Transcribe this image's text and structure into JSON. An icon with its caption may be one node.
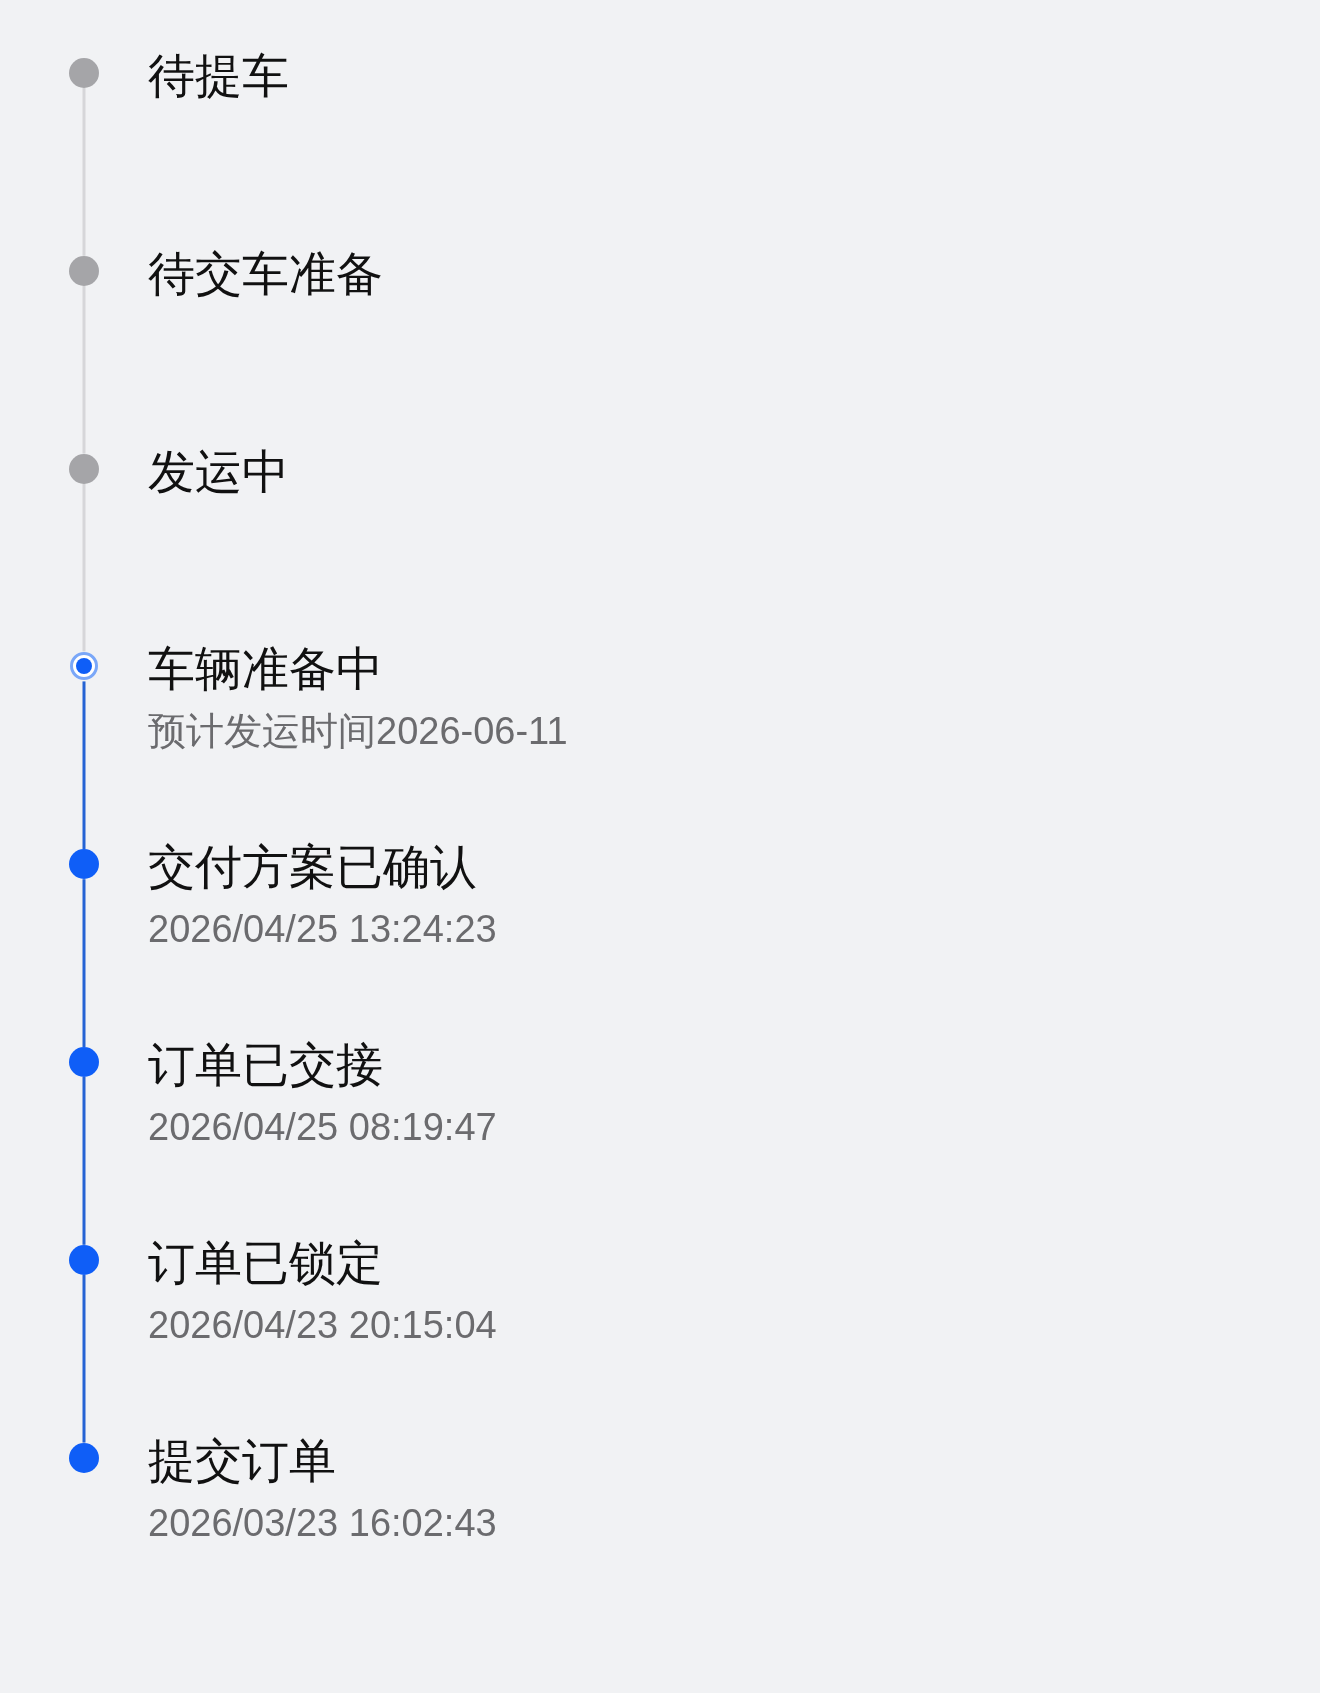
{
  "diagram": {
    "nodes": [
      {
        "text": [],
        "shape": "circle",
        "beside": [
          "待提车"
        ]
      },
      {
        "text": [],
        "shape": "circle",
        "beside": [
          "待交车准备"
        ]
      },
      {
        "text": [],
        "shape": "circle",
        "beside": [
          "发运中"
        ]
      },
      {
        "text": [],
        "shape": "circle",
        "beside": [
          "车辆准备中",
          "预计发运时间2026-06-11"
        ]
      },
      {
        "text": [],
        "shape": "circle",
        "beside": [
          "交付方案已确认",
          "2026/04/25 13:24:23"
        ]
      },
      {
        "text": [],
        "shape": "circle",
        "beside": [
          "订单已交接",
          "2026/04/25 08:19:47"
        ]
      },
      {
        "text": [],
        "shape": "circle",
        "beside": [
          "订单已锁定",
          "2026/04/23 20:15:04"
        ]
      },
      {
        "text": [],
        "shape": "circle",
        "beside": [
          "提交订单",
          "2026/03/23 16:02:43"
        ]
      }
    ],
    "edges": [
      {
        "from": 0,
        "to": 1,
        "arrow": "none",
        "color": "#d6d6d9"
      },
      {
        "from": 1,
        "to": 2,
        "arrow": "none",
        "color": "#d6d6d9"
      },
      {
        "from": 2,
        "to": 3,
        "arrow": "none",
        "color": "#d6d6d9"
      },
      {
        "from": 3,
        "to": 4,
        "arrow": "none"
      },
      {
        "from": 4,
        "to": 5,
        "arrow": "none"
      },
      {
        "from": 5,
        "to": 6,
        "arrow": "none"
      },
      {
        "from": 6,
        "to": 7,
        "arrow": "none"
      }
    ]
  }
}
